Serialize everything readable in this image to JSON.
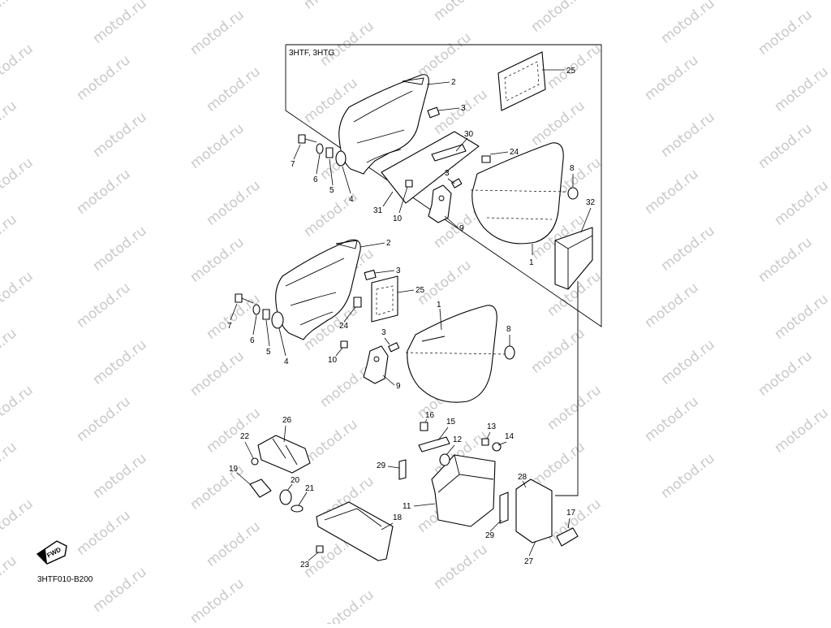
{
  "watermark": "motod.ru",
  "variant_label": "3HTF, 3HTG",
  "diagram_code": "3HTF010-B200",
  "fwd_label": "FWD",
  "callouts_inset": {
    "c2": "2",
    "c3a": "3",
    "c25": "25",
    "c30": "30",
    "c24": "24",
    "c7": "7",
    "c6": "6",
    "c5": "5",
    "c4": "4",
    "c8": "8",
    "c3b": "3",
    "c31": "31",
    "c10": "10",
    "c9": "9",
    "c32": "32",
    "c1": "1"
  },
  "callouts_main": {
    "c2": "2",
    "c3a": "3",
    "c25": "25",
    "c1": "1",
    "c7": "7",
    "c6": "6",
    "c5": "5",
    "c4": "4",
    "c24": "24",
    "c3b": "3",
    "c8": "8",
    "c10": "10",
    "c9": "9",
    "c26": "26",
    "c16": "16",
    "c15": "15",
    "c13": "13",
    "c22": "22",
    "c12": "12",
    "c14": "14",
    "c29a": "29",
    "c19": "19",
    "c20": "20",
    "c21": "21",
    "c28": "28",
    "c11": "11",
    "c18": "18",
    "c17": "17",
    "c29b": "29",
    "c23": "23",
    "c27": "27"
  }
}
